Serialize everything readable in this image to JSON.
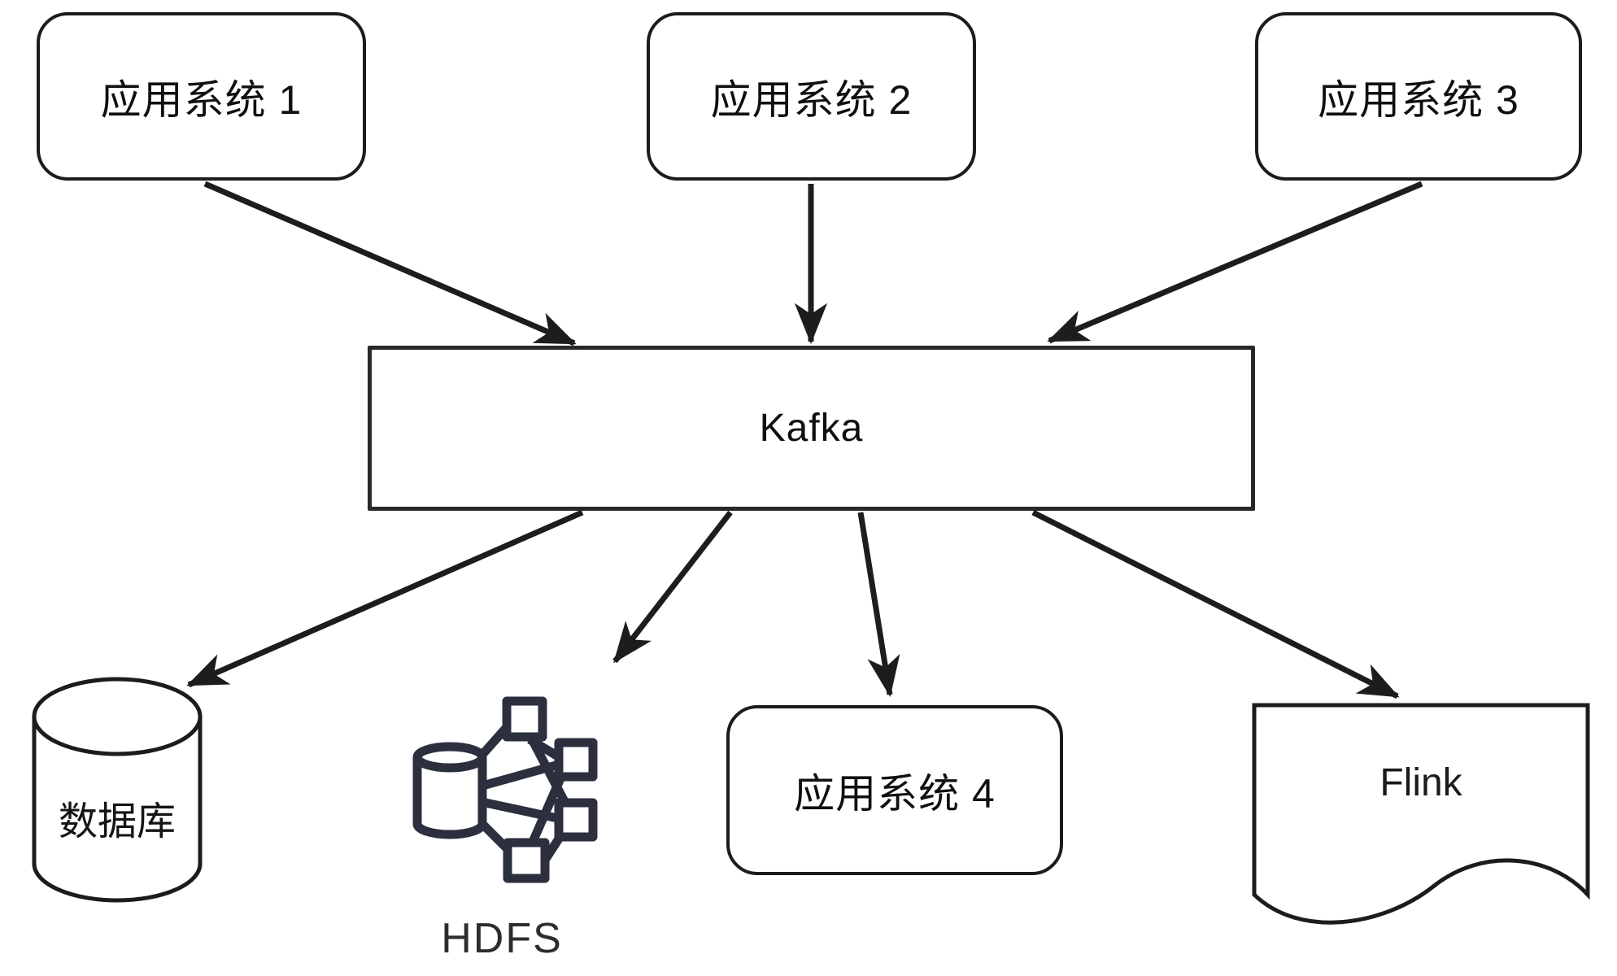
{
  "diagram": {
    "type": "flow-diagram",
    "description": "Kafka messaging architecture: application systems publish to Kafka, which feeds downstream consumers",
    "nodes": {
      "app1": {
        "label": "应用系统 1",
        "shape": "rounded-rectangle"
      },
      "app2": {
        "label": "应用系统 2",
        "shape": "rounded-rectangle"
      },
      "app3": {
        "label": "应用系统 3",
        "shape": "rounded-rectangle"
      },
      "kafka": {
        "label": "Kafka",
        "shape": "rectangle"
      },
      "database": {
        "label": "数据库",
        "shape": "cylinder"
      },
      "hdfs": {
        "label": "HDFS",
        "shape": "cluster-icon"
      },
      "app4": {
        "label": "应用系统 4",
        "shape": "rounded-rectangle"
      },
      "flink": {
        "label": "Flink",
        "shape": "document"
      }
    },
    "edges": [
      {
        "from": "app1",
        "to": "kafka"
      },
      {
        "from": "app2",
        "to": "kafka"
      },
      {
        "from": "app3",
        "to": "kafka"
      },
      {
        "from": "kafka",
        "to": "database"
      },
      {
        "from": "kafka",
        "to": "hdfs"
      },
      {
        "from": "kafka",
        "to": "app4"
      },
      {
        "from": "kafka",
        "to": "flink"
      }
    ],
    "colors": {
      "background": "#ffffff",
      "stroke": "#1c1c1c",
      "arrow": "#1d1d1d",
      "hdfs_icon": "#2b2f3e",
      "text": "#101010"
    }
  }
}
